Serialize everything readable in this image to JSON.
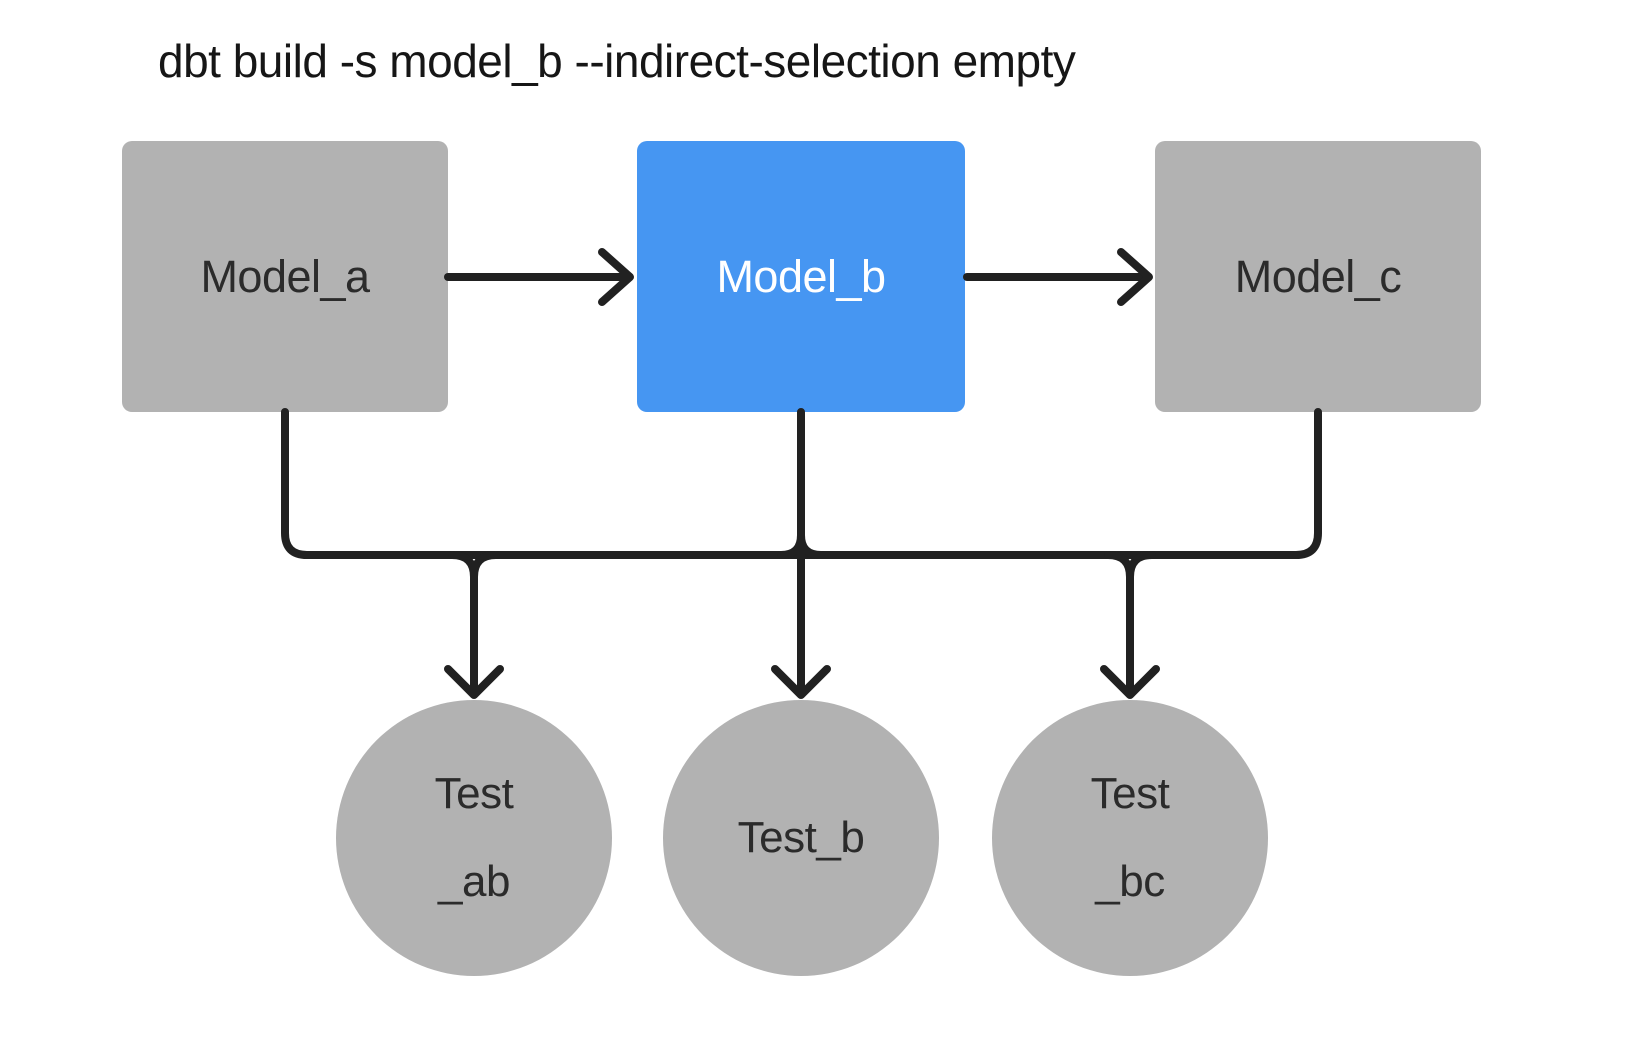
{
  "title": "dbt build -s model_b --indirect-selection empty",
  "colors": {
    "background": "#ffffff",
    "node_gray": "#b2b2b2",
    "selected_blue": "#4696f2",
    "edge": "#212121",
    "node_text_dark": "#2b2b2b",
    "node_text_light": "#ffffff",
    "title_text": "#161616"
  },
  "diagram": {
    "models": [
      {
        "id": "model_a",
        "label": "Model_a",
        "selected": false
      },
      {
        "id": "model_b",
        "label": "Model_b",
        "selected": true
      },
      {
        "id": "model_c",
        "label": "Model_c",
        "selected": false
      }
    ],
    "tests": [
      {
        "id": "test_ab",
        "label_lines": [
          "Test",
          "_ab"
        ]
      },
      {
        "id": "test_b",
        "label_lines": [
          "Test_b"
        ]
      },
      {
        "id": "test_bc",
        "label_lines": [
          "Test",
          "_bc"
        ]
      }
    ],
    "edges": [
      {
        "from": "model_a",
        "to": "model_b"
      },
      {
        "from": "model_b",
        "to": "model_c"
      },
      {
        "from": "model_a",
        "to": "test_ab"
      },
      {
        "from": "model_b",
        "to": "test_ab"
      },
      {
        "from": "model_b",
        "to": "test_b"
      },
      {
        "from": "model_b",
        "to": "test_bc"
      },
      {
        "from": "model_c",
        "to": "test_bc"
      }
    ]
  }
}
